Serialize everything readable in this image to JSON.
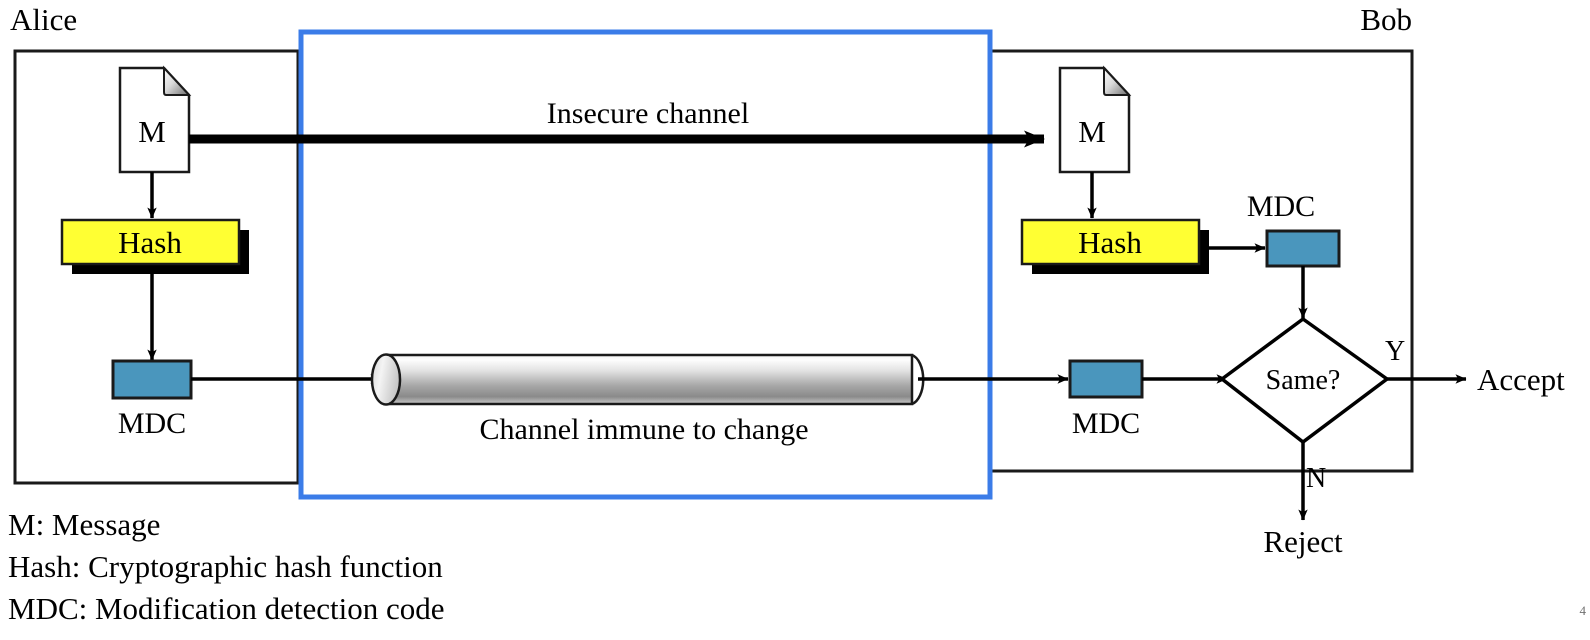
{
  "diagram": {
    "title_parties": {
      "alice": "Alice",
      "bob": "Bob"
    },
    "channels": {
      "insecure": "Insecure channel",
      "immune": "Channel immune to change"
    },
    "alice_side": {
      "document_label": "M",
      "hash_label": "Hash",
      "mdc_label": "MDC"
    },
    "bob_side": {
      "document_label": "M",
      "hash_label": "Hash",
      "mdc_top_label": "MDC",
      "mdc_bottom_label": "MDC",
      "decision_label": "Same?",
      "yes_label": "Y",
      "no_label": "N",
      "accept_label": "Accept",
      "reject_label": "Reject"
    },
    "legend": [
      "M: Message",
      "Hash: Cryptographic hash function",
      "MDC: Modification detection code"
    ],
    "page_number": "4",
    "colors": {
      "hash_fill": "#ffff33",
      "hash_shadow": "#000000",
      "mdc_fill": "#4a96bd",
      "mdc_stroke": "#1a1a1a",
      "frame_blue": "#3b7ce8",
      "line_black": "#000000",
      "box_border": "#1a1a1a",
      "cylinder_light": "#fbfbfb",
      "cylinder_mid": "#8e8e8e"
    }
  }
}
